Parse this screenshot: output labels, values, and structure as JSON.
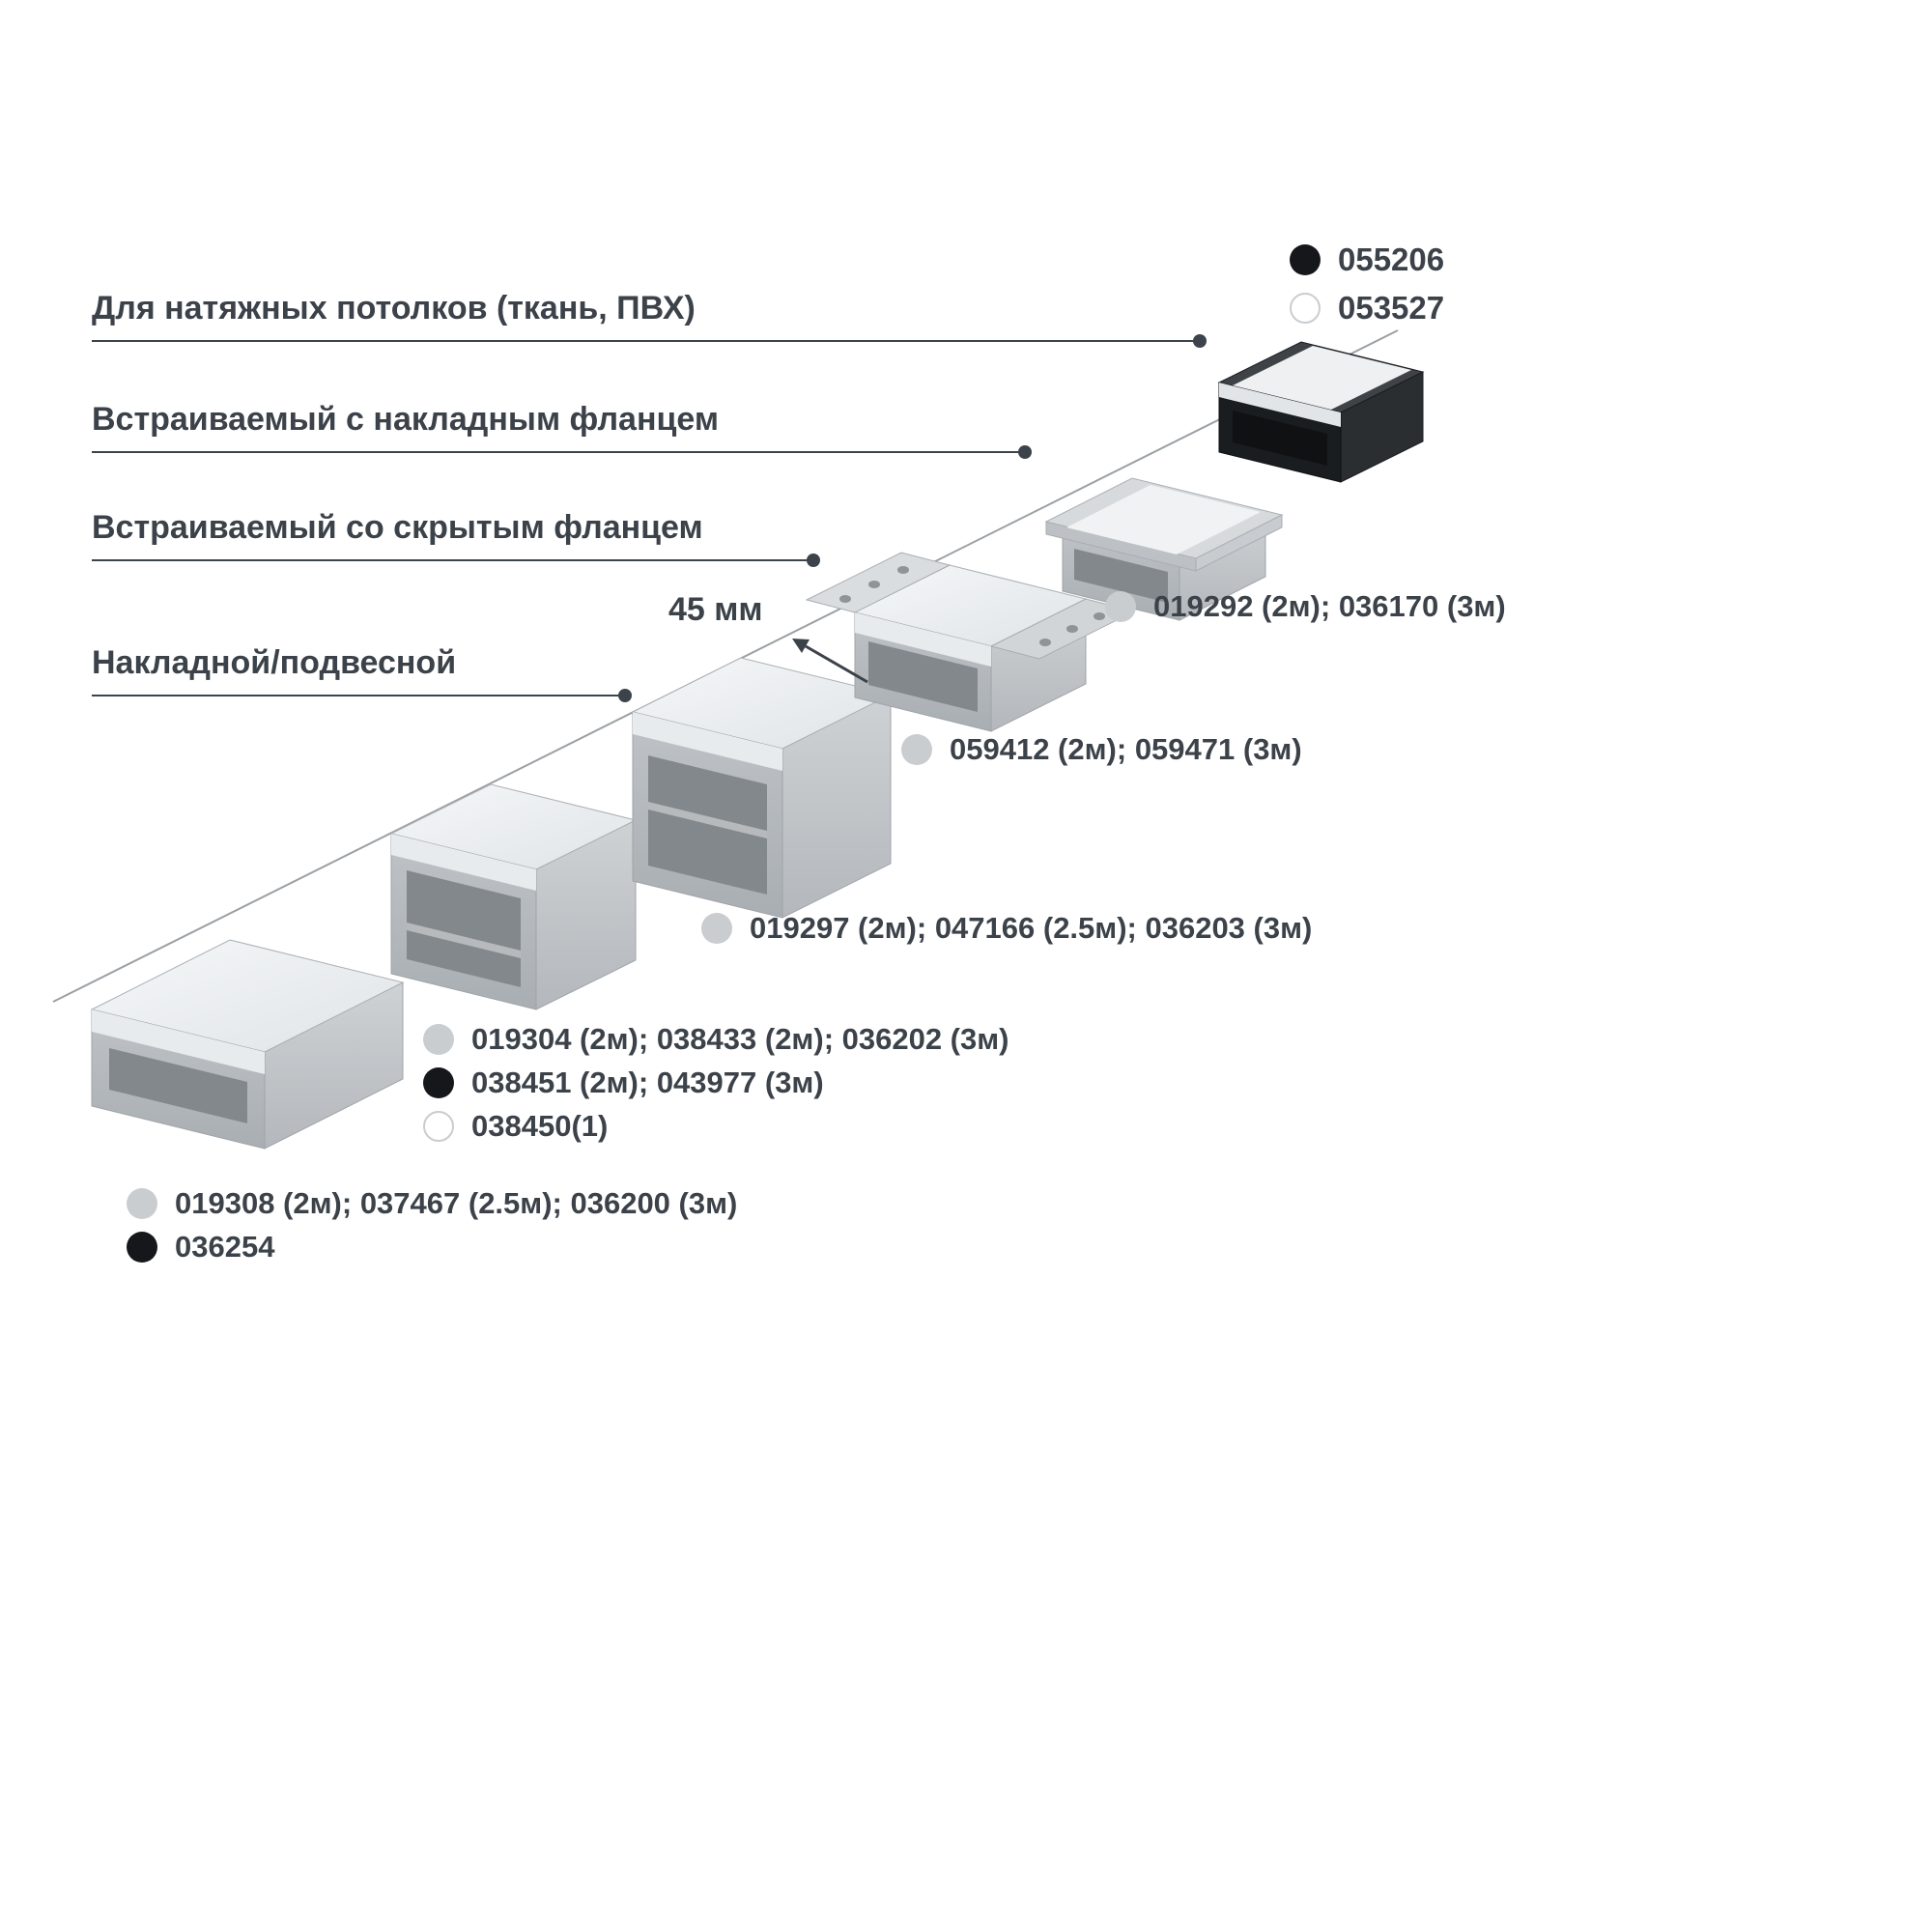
{
  "diagram": {
    "categories": [
      {
        "label": "Для натяжных потолков (ткань, ПВХ)"
      },
      {
        "label": "Встраиваемый с накладным фланцем"
      },
      {
        "label": "Встраиваемый со скрытым фланцем"
      },
      {
        "label": "Накладной/подвесной"
      }
    ],
    "dimension_label": "45 мм",
    "legend": [
      {
        "variant": "black",
        "label": "055206"
      },
      {
        "variant": "white",
        "label": "053527"
      }
    ],
    "annotations": [
      {
        "variant": "gray",
        "label": "019292 (2м); 036170 (3м)"
      },
      {
        "variant": "gray",
        "label": "059412 (2м); 059471 (3м)"
      },
      {
        "variant": "gray",
        "label": "019297 (2м); 047166 (2.5м); 036203 (3м)"
      },
      {
        "variant": "gray",
        "label": "019304 (2м); 038433 (2м); 036202 (3м)"
      },
      {
        "variant": "black",
        "label": "038451 (2м); 043977 (3м)"
      },
      {
        "variant": "white",
        "label": "038450(1)"
      },
      {
        "variant": "gray",
        "label": "019308 (2м); 037467 (2.5м); 036200 (3м)"
      },
      {
        "variant": "black",
        "label": "036254"
      }
    ],
    "colors": {
      "text": "#3c4249",
      "leader_line": "#3d434a",
      "diagonal_line": "#9ba0a5",
      "dot_gray": "#c9cdd0",
      "dot_black": "#15171a",
      "dot_white_border": "#c9cdd0"
    }
  }
}
